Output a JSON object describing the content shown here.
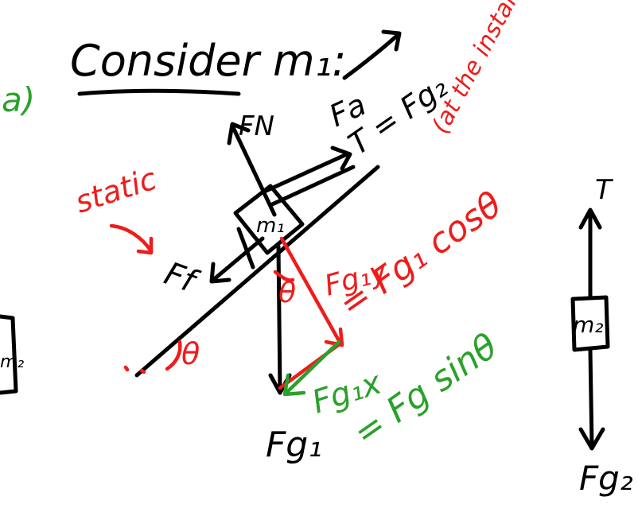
{
  "part_label": "a)",
  "heading": "Consider m₁:",
  "colors": {
    "ink": "#000000",
    "red": "#ef1c1c",
    "green": "#2aa12a"
  },
  "block1": {
    "mass": "m₁",
    "normal": "FN",
    "applied": "Fa",
    "tension": "T = Fg₂",
    "tension_note": "(at the instant it starts to move)",
    "friction": "Ff",
    "static_note": "static",
    "weight": "Fg₁",
    "angle_incline": "θ",
    "angle_block": "θ",
    "fg_y": "Fg₁y",
    "fg_y_eq": "= Fg₁ cosθ",
    "fg_x": "Fg₁x",
    "fg_x_eq": "= Fg sinθ"
  },
  "block2": {
    "mass": "m₂",
    "tension": "T",
    "weight": "Fg₂",
    "partial_label": "m₂"
  }
}
